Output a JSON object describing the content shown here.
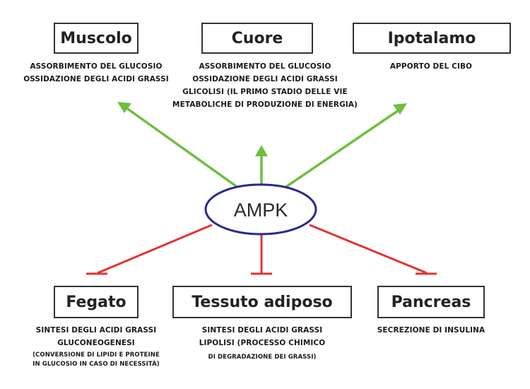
{
  "colors": {
    "activation": "#6dbf3f",
    "inhibition": "#e53333",
    "ellipse_stroke": "#2a2a8a"
  },
  "center": {
    "label": "AMPK"
  },
  "targets": {
    "muscolo": {
      "title": "Muscolo",
      "relation": "activation",
      "lines": [
        "ASSORBIMENTO DEL GLUCOSIO",
        "OSSIDAZIONE DEGLI ACIDI GRASSI"
      ]
    },
    "cuore": {
      "title": "Cuore",
      "relation": "activation",
      "lines": [
        "ASSORBIMENTO DEL GLUCOSIO",
        "OSSIDAZIONE DEGLI ACIDI GRASSI",
        "GLICOLISI (IL PRIMO STADIO DELLE VIE",
        "METABOLICHE DI PRODUZIONE DI ENERGIA)"
      ]
    },
    "ipotalamo": {
      "title": "Ipotalamo",
      "relation": "activation",
      "lines": [
        "APPORTO DEL CIBO"
      ]
    },
    "fegato": {
      "title": "Fegato",
      "relation": "inhibition",
      "lines": [
        "SINTESI DEGLI ACIDI GRASSI",
        "GLUCONEOGENESI"
      ],
      "note_lines": [
        "(CONVERSIONE DI LIPIDI E PROTEINE",
        "IN GLUCOSIO IN CASO DI NECESSITÀ)"
      ]
    },
    "tessuto_adiposo": {
      "title": "Tessuto adiposo",
      "relation": "inhibition",
      "lines": [
        "SINTESI DEGLI ACIDI GRASSI",
        "LIPOLISI (PROCESSO CHIMICO"
      ],
      "note_lines": [
        "DI DEGRADAZIONE DEI GRASSI)"
      ]
    },
    "pancreas": {
      "title": "Pancreas",
      "relation": "inhibition",
      "lines": [
        "SECREZIONE DI INSULINA"
      ]
    }
  }
}
